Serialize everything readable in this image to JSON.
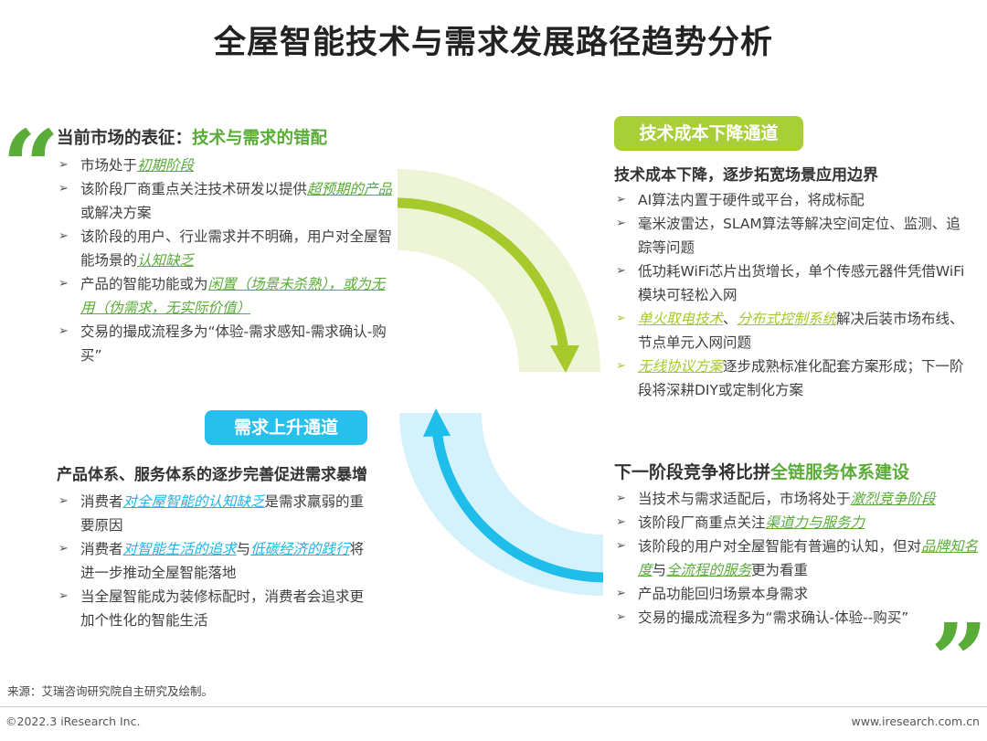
{
  "title": "全屋智能技术与需求发展路径趋势分析",
  "colors": {
    "green_band": "#eef5d6",
    "green_arrow": "#a6c92c",
    "blue_band": "#d4f2fb",
    "blue_arrow": "#1fbdea",
    "accent_green": "#5aac39"
  },
  "top_left": {
    "heading_prefix": "当前市场的表征：",
    "heading_highlight": "技术与需求的错配",
    "items": [
      [
        {
          "t": "市场处于"
        },
        {
          "t": "初期阶段",
          "hl": "g"
        }
      ],
      [
        {
          "t": "该阶段厂商重点关注技术研发以提供"
        },
        {
          "t": "超预期的产品",
          "hl": "g"
        },
        {
          "t": "或解决方案"
        }
      ],
      [
        {
          "t": "该阶段的用户、行业需求并不明确，用户对全屋智能场景的"
        },
        {
          "t": "认知缺乏",
          "hl": "g"
        }
      ],
      [
        {
          "t": "产品的智能功能或为"
        },
        {
          "t": "闲置（场景未杀熟），或为无用（伪需求，无实际价值）",
          "hl": "g"
        }
      ],
      [
        {
          "t": "交易的撮成流程多为“体验-需求感知-需求确认-购买”"
        }
      ]
    ]
  },
  "top_right": {
    "tag": "技术成本下降通道",
    "heading": "技术成本下降，逐步拓宽场景应用边界",
    "items": [
      [
        {
          "t": "AI算法内置于硬件或平台，将成标配"
        }
      ],
      [
        {
          "t": "毫米波雷达，SLAM算法等解决空间定位、监测、追踪等问题"
        }
      ],
      [
        {
          "t": "低功耗WiFi芯片出货增长，单个传感元器件凭借WiFi模块可轻松入网"
        }
      ],
      [
        {
          "t": "单火取电技术",
          "hl": "y"
        },
        {
          "t": "、"
        },
        {
          "t": "分布式控制系统",
          "hl": "y"
        },
        {
          "t": "解决后装市场布线、节点单元入网问题"
        }
      ],
      [
        {
          "t": "无线协议方案",
          "hl": "y"
        },
        {
          "t": "逐步成熟标准化配套方案形成；下一阶段将深耕DIY或定制化方案"
        }
      ]
    ]
  },
  "bottom_left": {
    "tag": "需求上升通道",
    "heading": "产品体系、服务体系的逐步完善促进需求暴增",
    "items": [
      [
        {
          "t": "消费者"
        },
        {
          "t": "对全屋智能的认知缺乏",
          "hl": "b"
        },
        {
          "t": "是需求羸弱的重要原因"
        }
      ],
      [
        {
          "t": "消费者"
        },
        {
          "t": "对智能生活的追求",
          "hl": "b"
        },
        {
          "t": "与"
        },
        {
          "t": "低碳经济的践行",
          "hl": "b"
        },
        {
          "t": "将进一步推动全屋智能落地"
        }
      ],
      [
        {
          "t": "当全屋智能成为装修标配时，消费者会追求更加个性化的智能生活"
        }
      ]
    ]
  },
  "bottom_right": {
    "heading_prefix": "下一阶段竞争将比拼",
    "heading_highlight": "全链服务体系建设",
    "items": [
      [
        {
          "t": "当技术与需求适配后，市场将处于"
        },
        {
          "t": "激烈竞争阶段",
          "hl": "g"
        }
      ],
      [
        {
          "t": "该阶段厂商重点关注"
        },
        {
          "t": "渠道力与服务力",
          "hl": "g"
        }
      ],
      [
        {
          "t": "该阶段的用户对全屋智能有普遍的认知，但对"
        },
        {
          "t": "品牌知名度",
          "hl": "g"
        },
        {
          "t": "与"
        },
        {
          "t": "全流程的服务",
          "hl": "g"
        },
        {
          "t": "更为看重"
        }
      ],
      [
        {
          "t": "产品功能回归场景本身需求"
        }
      ],
      [
        {
          "t": "交易的撮成流程多为“需求确认-体验--购买”"
        }
      ]
    ]
  },
  "quotes": {
    "open": "“",
    "close": "”"
  },
  "bullet": "➢",
  "footer": {
    "source": "来源：艾瑞咨询研究院自主研究及绘制。",
    "copyright": "©2022.3 iResearch Inc.",
    "website": "www.iresearch.com.cn"
  }
}
